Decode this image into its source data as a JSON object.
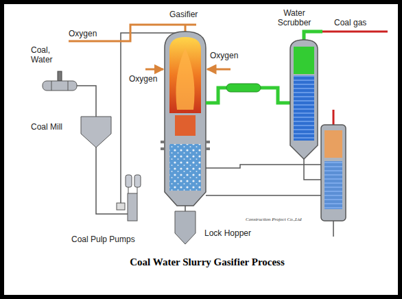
{
  "diagram": {
    "title": "Coal Water Slurry Gasifier Process",
    "labels": [
      "Gasifier",
      "Oxygen",
      "Water Scrubber",
      "Coal gas",
      "Coal, Water",
      "Oxygen",
      "Oxygen",
      "Coal Mill",
      "Coal Pulp Pumps",
      "Lock Hopper",
      "Construction Project Co.,Ltd"
    ]
  }
}
